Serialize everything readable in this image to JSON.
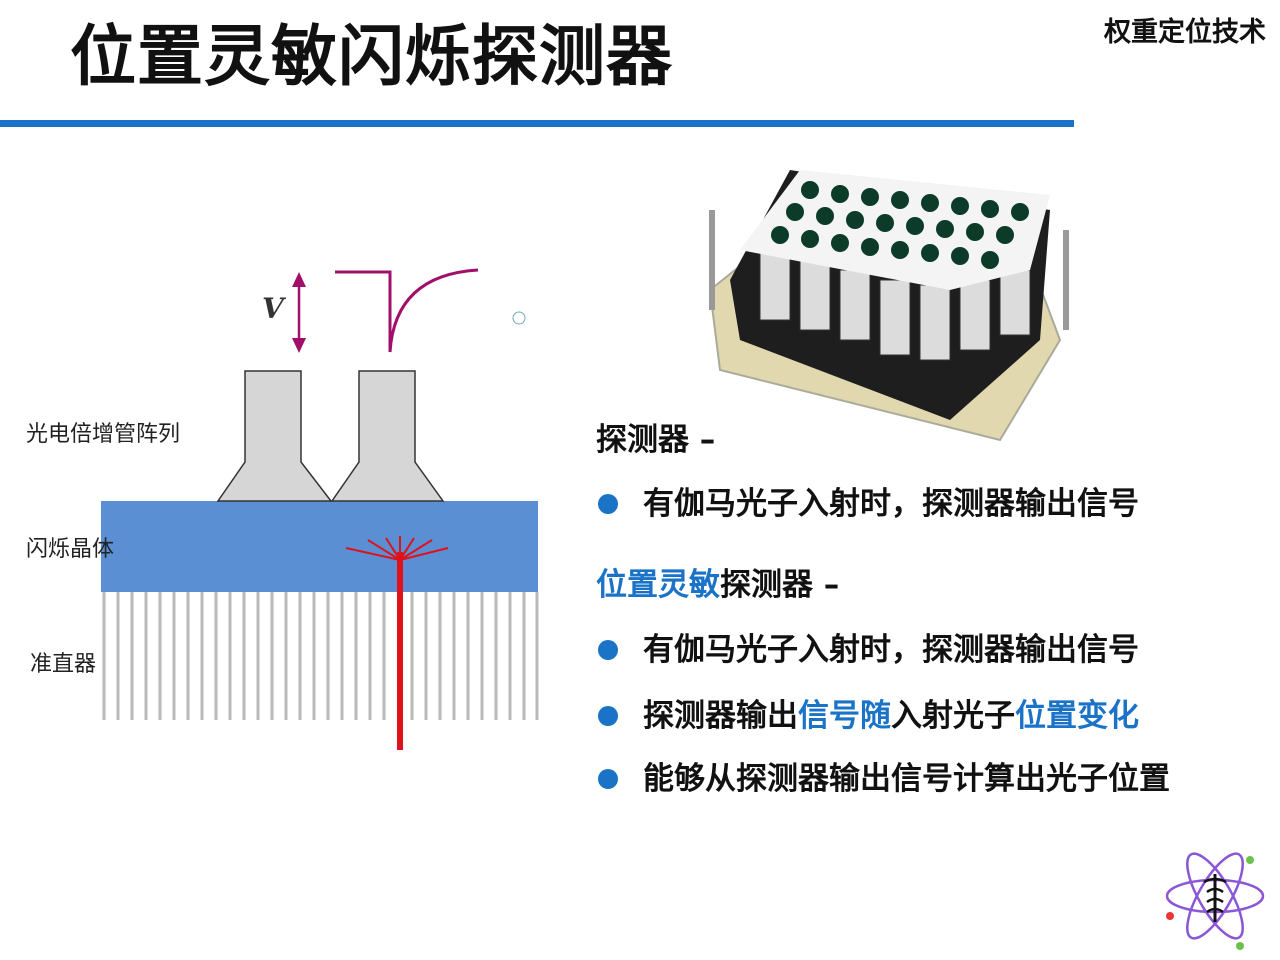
{
  "header": {
    "title": "位置灵敏闪烁探测器",
    "section_tag": "权重定位技术"
  },
  "colors": {
    "accent": "#1a73c7",
    "crystal": "#5b8fd3",
    "signal": "#e0111a",
    "pulse": "#a0106a"
  },
  "diagram": {
    "voltage_label": "V",
    "pmt_label": "光电倍增管阵列",
    "crystal_label": "闪烁晶体",
    "collimator_label": "准直器"
  },
  "photo": {
    "subject": "pmt-array-detector-photo"
  },
  "content": {
    "section1_heading": "探测器 –",
    "section1_bullets": [
      "有伽马光子入射时，探测器输出信号"
    ],
    "section2_heading_highlight": "位置灵敏",
    "section2_heading_rest": "探测器 –",
    "section2_bullet1": "有伽马光子入射时，探测器输出信号",
    "section2_bullet2": {
      "p1": "探测器输出",
      "p2_blue": "信号随",
      "p3": "入射光子",
      "p4_blue": "位置变化"
    },
    "section2_bullet3": "能够从探测器输出信号计算出光子位置"
  },
  "logo": {
    "icon": "atom-caduceus-logo"
  }
}
